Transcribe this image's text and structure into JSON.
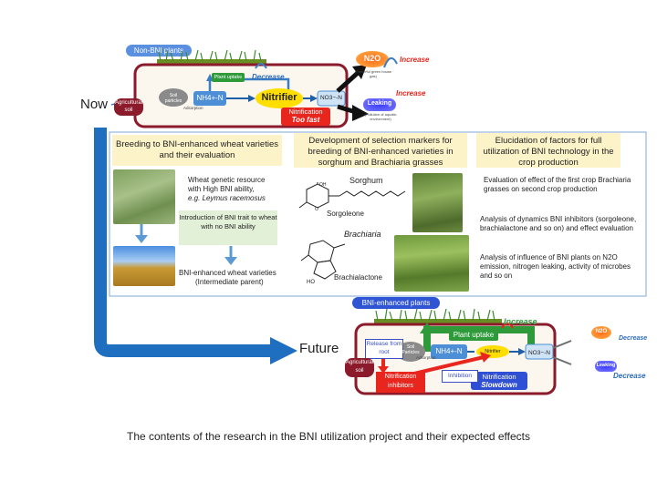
{
  "top_panel": {
    "non_bni_label": "Non-BNI plants",
    "now_label": "Now",
    "agricultural_soil": "Agricultural soil",
    "soil_particles": "Soil particles",
    "adsorption": "Adsorption",
    "plant_uptake": "Plant uptake",
    "decrease": "Decrease",
    "nh4": "NH4+-N",
    "nitrifier": "Nitrifier",
    "no3": "NO3−-N",
    "nitrification": "Nitrification",
    "too_fast": "Too fast",
    "n2o": "N2O",
    "n2o_note": "(Powerful green house gas)",
    "increase_1": "Increase",
    "leaking": "Leaking",
    "leaking_note": "(Pollution of aquatic environment)",
    "increase_2": "Increase"
  },
  "middle_panel": {
    "col1": {
      "heading": "Breeding to BNI-enhanced wheat varieties and their evaluation",
      "genetic_resource_line1": "Wheat genetic resource",
      "genetic_resource_line2": "with High BNI ability,",
      "genetic_resource_line3": "e.g. Leymus racemosus",
      "introduction_box": "Introduction of BNI trait to wheat with no BNI ability",
      "varieties_line1": "BNI-enhanced wheat varieties",
      "varieties_line2": "(Intermediate parent)"
    },
    "col2": {
      "heading_line1": "Development of selection markers for",
      "heading_line2": "breeding of BNI-enhanced varieties in",
      "heading_line3": "sorghum and Brachiaria grasses",
      "sorghum": "Sorghum",
      "sorgoleone": "Sorgoleone",
      "brachiaria": "Brachiaria",
      "brachialactone": "Brachialactone",
      "oh": "OH",
      "o": "O",
      "ho": "HO"
    },
    "col3": {
      "heading": "Elucidation of factors for full utilization of BNI technology in the crop production",
      "item1": "Evaluation of effect of the first crop Brachiaria grasses on second crop production",
      "item2": "Analysis of dynamics BNI inhibitors (sorgoleone, brachialactone and so on) and effect evaluation",
      "item3": "Analysis of influence of BNI plants on N2O emission, nitrogen leaking, activity of microbes and so on"
    }
  },
  "bottom_panel": {
    "bni_label": "BNI-enhanced plants",
    "future_label": "Future",
    "plant_uptake": "Plant uptake",
    "increase": "Increase",
    "release_from_root": "Release from root",
    "soil_particles": "Soil Particles",
    "adsorption": "Adsorption",
    "nh4": "NH4+-N",
    "nitrifier": "Nitrifier",
    "no3": "NO3−-N",
    "agricultural_soil": "Agricultural soil",
    "nitrification_inhibitors": "Nitrification inhibitors",
    "inhibition": "Inhibition",
    "nitrification": "Nitrification",
    "slowdown": "Slowdown",
    "n2o": "N2O",
    "decrease_1": "Decrease",
    "leaking": "Leaking",
    "decrease_2": "Decrease"
  },
  "caption": "The contents of the research in the BNI utilization project and their expected effects"
}
